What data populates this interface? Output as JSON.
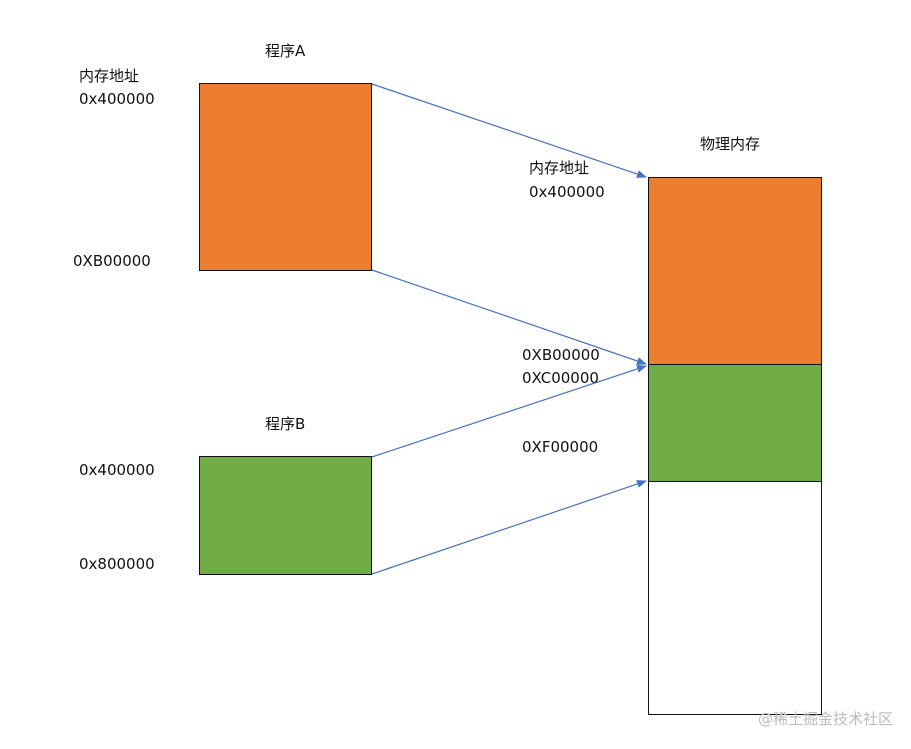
{
  "colors": {
    "orange": "#ED7D31",
    "green": "#70AD47",
    "arrow": "#4472C4",
    "outline": "#111111"
  },
  "program_a": {
    "title": "程序A",
    "addr_label": "内存地址",
    "start": "0x400000",
    "end": "0XB00000"
  },
  "program_b": {
    "title": "程序B",
    "start": "0x400000",
    "end": "0x800000"
  },
  "physical_memory": {
    "title": "物理内存",
    "addr_label": "内存地址",
    "addr_start": "0x400000",
    "addr_b": "0XB00000",
    "addr_c": "0XC00000",
    "addr_f": "0XF00000"
  },
  "watermark": "@稀土掘金技术社区"
}
